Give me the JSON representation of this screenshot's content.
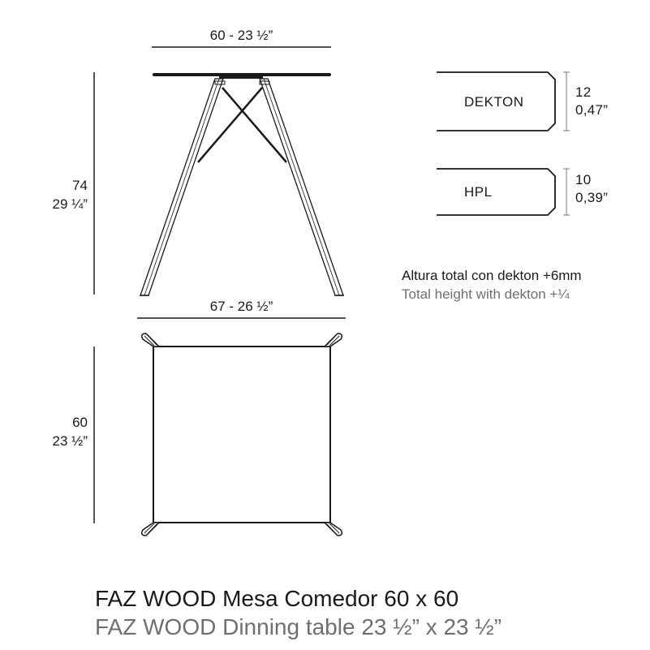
{
  "side_view": {
    "top_width_label": "60 - 23 ½”",
    "height_cm": "74",
    "height_in": "29 ¼”",
    "leg_span_label": "67 - 26 ½”"
  },
  "top_view": {
    "depth_cm": "60",
    "depth_in": "23 ½”"
  },
  "profiles": [
    {
      "material": "DEKTON",
      "thickness_mm": "12",
      "thickness_in": "0,47”"
    },
    {
      "material": "HPL",
      "thickness_mm": "10",
      "thickness_in": "0,39”"
    }
  ],
  "note": {
    "es": "Altura total con dekton +6mm",
    "en": "Total height with dekton +¼"
  },
  "title": {
    "es": "FAZ WOOD Mesa Comedor 60 x 60",
    "en": "FAZ WOOD Dinning table 23 ½” x 23 ½”"
  },
  "colors": {
    "line": "#1a1a1a",
    "dim_line": "#555555",
    "secondary_text": "#6f6f6f"
  }
}
